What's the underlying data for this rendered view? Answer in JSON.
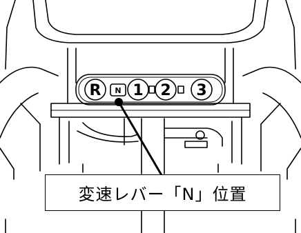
{
  "shift_gate": {
    "positions": [
      {
        "label": "R",
        "style": "large"
      },
      {
        "label": "N",
        "style": "small"
      },
      {
        "label": "1",
        "style": "large"
      },
      {
        "label": "2",
        "style": "large"
      },
      {
        "label": "3",
        "style": "large"
      }
    ],
    "highlighted_position": "N"
  },
  "caption": {
    "text": "変速レバー「N」位置"
  }
}
